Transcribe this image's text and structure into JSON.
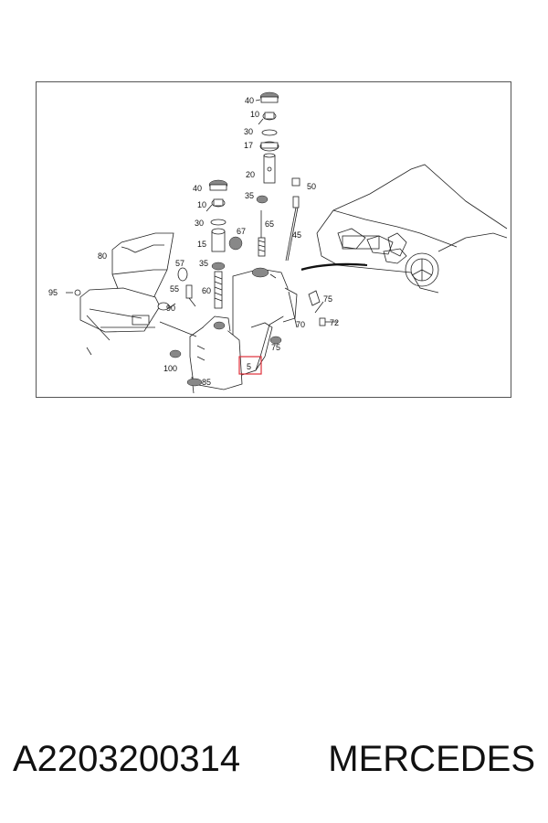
{
  "diagram": {
    "callouts": [
      "40",
      "10",
      "30",
      "17",
      "20",
      "50",
      "40",
      "10",
      "35",
      "30",
      "65",
      "67",
      "15",
      "45",
      "80",
      "57",
      "35",
      "55",
      "60",
      "95",
      "75",
      "90",
      "70",
      "72",
      "75",
      "100",
      "5",
      "85"
    ],
    "highlight_color": "#e0303a"
  },
  "caption": {
    "part_number": "A2203200314",
    "brand": "MERCEDES"
  }
}
